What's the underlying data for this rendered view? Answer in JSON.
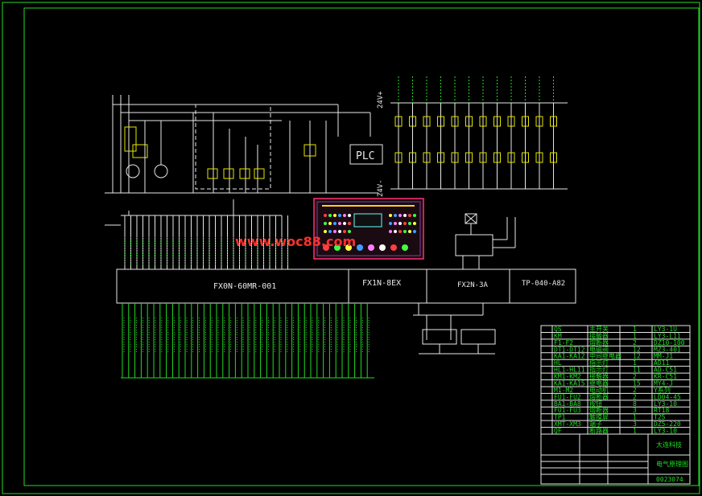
{
  "diagram": {
    "plc_label": "PLC",
    "main_plc": "FX0N-60MR-001",
    "ext_module": "FX1N-8EX",
    "comm_module": "FX2N-3A",
    "touch_panel": "TP-040-A82",
    "voltage_top": "24V+",
    "voltage_bottom": "24V-",
    "watermark": "www.woc88.com",
    "title_block": {
      "company": "大连科技",
      "drawing_name": "电气原理图",
      "drawing_no": "0023074"
    },
    "bom_rows": [
      [
        "QS",
        "主开关",
        "1",
        "LY3-1U"
      ],
      [
        "KM",
        "接触器",
        "1",
        "LY3-L11"
      ],
      [
        "F1-F2",
        "熔断器",
        "2",
        "DZ10-100"
      ],
      [
        "DT1-DT12",
        "电磁阀",
        "12",
        "MZ3-401"
      ],
      [
        "KA1-KA12",
        "中间继电器",
        "12",
        "MM-J1"
      ],
      [
        "HL",
        "指示灯",
        "1",
        "AD11"
      ],
      [
        "HL1-HL11",
        "指示灯",
        "11",
        "AD-C51"
      ],
      [
        "KM1-KM2",
        "接触器",
        "2",
        "KR-C51"
      ],
      [
        "KA1-KA15",
        "继电器",
        "15",
        "MY4-J"
      ],
      [
        "M1-M2",
        "电动机",
        "2",
        "Y系列"
      ],
      [
        "FU1-FU2",
        "熔断器",
        "2",
        "LD04-45"
      ],
      [
        "BA1-BA8",
        "按钮",
        "8",
        "LY3-10"
      ],
      [
        "FU1-FU3",
        "熔断器",
        "3",
        "RT18"
      ],
      [
        "TP1",
        "触摸屏",
        "1",
        "T25"
      ],
      [
        "XMT-XM3",
        "端子",
        "3",
        "DZ5-220"
      ],
      [
        "QF",
        "断路器",
        "1",
        "LY3-10"
      ]
    ]
  }
}
